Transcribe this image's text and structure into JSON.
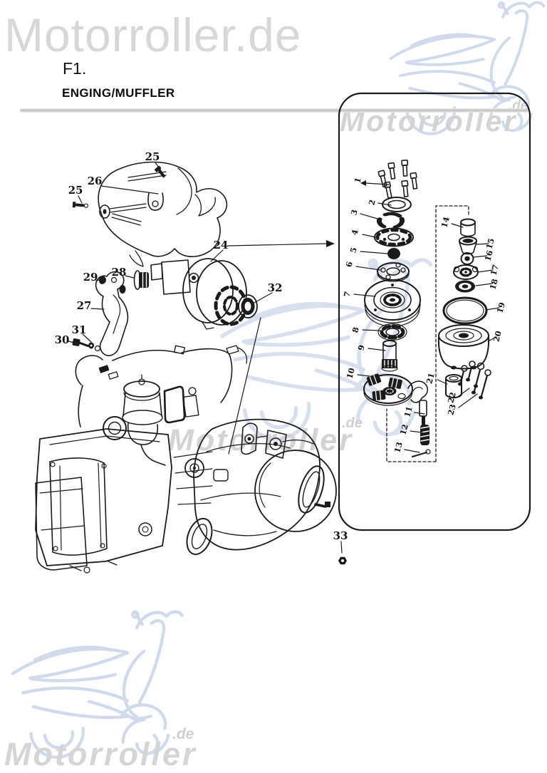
{
  "page": {
    "figure_label": "F1.",
    "heading": "ENGING/MUFFLER"
  },
  "watermarks": {
    "logo_text": "Motorroller.de",
    "brand": "Motorroller",
    "domain_suffix": ".de"
  },
  "colors": {
    "ink": "#1b1b1b",
    "watermark_text": "#d6d6d6",
    "watermark_sketch": "#ccd6e8",
    "divider_gray": "#c6c6c6"
  },
  "diagram": {
    "engine_callouts": [
      {
        "num": "25"
      },
      {
        "num": "26"
      },
      {
        "num": "25"
      },
      {
        "num": "24"
      },
      {
        "num": "28"
      },
      {
        "num": "29"
      },
      {
        "num": "27"
      },
      {
        "num": "31"
      },
      {
        "num": "30"
      },
      {
        "num": "32"
      },
      {
        "num": "33"
      }
    ],
    "panel_callouts": [
      {
        "num": "1"
      },
      {
        "num": "2"
      },
      {
        "num": "3"
      },
      {
        "num": "4"
      },
      {
        "num": "5"
      },
      {
        "num": "6"
      },
      {
        "num": "7"
      },
      {
        "num": "8"
      },
      {
        "num": "9"
      },
      {
        "num": "10"
      },
      {
        "num": "11"
      },
      {
        "num": "12"
      },
      {
        "num": "13"
      },
      {
        "num": "14"
      },
      {
        "num": "15"
      },
      {
        "num": "16"
      },
      {
        "num": "17"
      },
      {
        "num": "18"
      },
      {
        "num": "19"
      },
      {
        "num": "20"
      },
      {
        "num": "21"
      },
      {
        "num": "22"
      },
      {
        "num": "23"
      }
    ]
  }
}
